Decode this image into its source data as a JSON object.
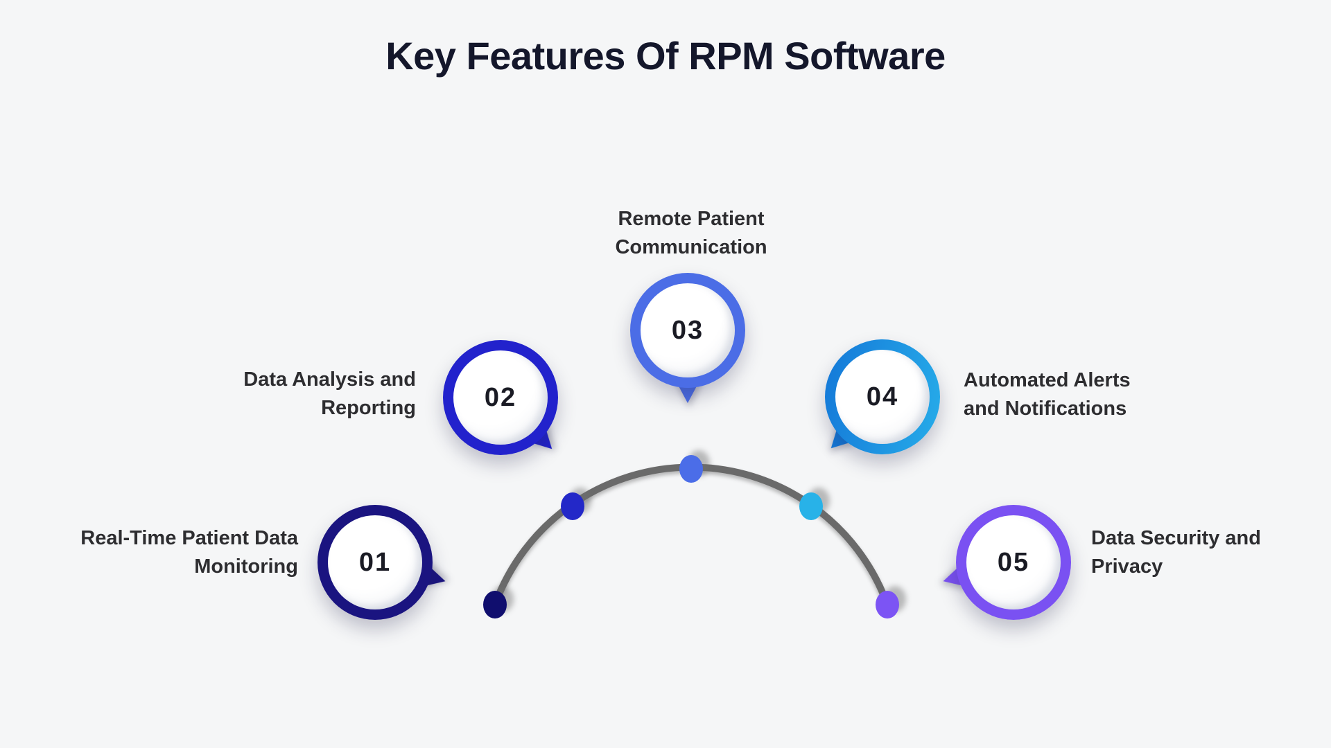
{
  "title": "Key Features Of RPM Software",
  "background_color": "#f5f6f7",
  "title_color": "#14172b",
  "label_color": "#2d2d30",
  "number_color": "#1a1b24",
  "arc_color": "#6a6a6a",
  "features": [
    {
      "number": "01",
      "label_lines": [
        "Real-Time Patient Data",
        "Monitoring"
      ],
      "color": "#1a1480",
      "dot_color": "#100e6e"
    },
    {
      "number": "02",
      "label_lines": [
        "Data Analysis and",
        "Reporting"
      ],
      "color": "#2222cc",
      "dot_color": "#2328c8"
    },
    {
      "number": "03",
      "label_lines": [
        "Remote Patient",
        "Communication"
      ],
      "color": "#4b6de6",
      "dot_color": "#4b6de8"
    },
    {
      "number": "04",
      "label_lines": [
        "Automated Alerts",
        "and Notifications"
      ],
      "color": "#1478d8",
      "color2": "#27ace9",
      "dot_color": "#28b2e8"
    },
    {
      "number": "05",
      "label_lines": [
        "Data Security and",
        "Privacy"
      ],
      "color": "#7a51f2",
      "dot_color": "#7c54f4"
    }
  ]
}
